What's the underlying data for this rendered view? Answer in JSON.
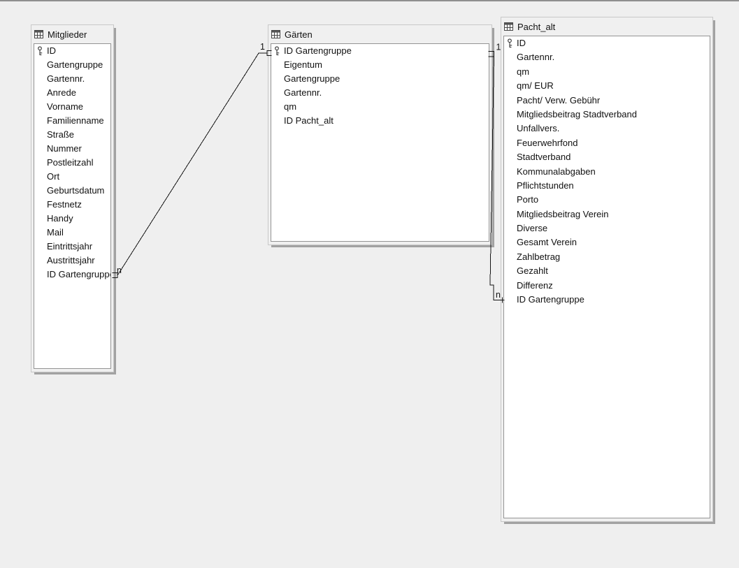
{
  "app": {
    "view_name": "relation-design-canvas"
  },
  "colors": {
    "canvas_background": "#efefef",
    "window_background": "#f0f0f0",
    "list_background": "#ffffff",
    "list_border": "#949494",
    "window_border": "#c8c8c8",
    "shadow": "#a2a2a2",
    "relationship_line": "#141414",
    "text": "#111111"
  },
  "tables": [
    {
      "name": "Mitglieder",
      "fields": [
        {
          "name": "ID",
          "pk": true
        },
        {
          "name": "Gartengruppe"
        },
        {
          "name": "Gartennr."
        },
        {
          "name": "Anrede"
        },
        {
          "name": "Vorname"
        },
        {
          "name": "Familienname"
        },
        {
          "name": "Straße"
        },
        {
          "name": "Nummer"
        },
        {
          "name": "Postleitzahl"
        },
        {
          "name": "Ort"
        },
        {
          "name": "Geburtsdatum"
        },
        {
          "name": "Festnetz"
        },
        {
          "name": "Handy"
        },
        {
          "name": "Mail"
        },
        {
          "name": "Eintrittsjahr"
        },
        {
          "name": "Austrittsjahr"
        },
        {
          "name": "ID Gartengruppe"
        }
      ]
    },
    {
      "name": "Gärten",
      "fields": [
        {
          "name": "ID Gartengruppe",
          "pk": true
        },
        {
          "name": "Eigentum"
        },
        {
          "name": "Gartengruppe"
        },
        {
          "name": "Gartennr."
        },
        {
          "name": "qm"
        },
        {
          "name": "ID Pacht_alt"
        }
      ]
    },
    {
      "name": "Pacht_alt",
      "fields": [
        {
          "name": "ID",
          "pk": true
        },
        {
          "name": "Gartennr."
        },
        {
          "name": "qm"
        },
        {
          "name": "qm/ EUR"
        },
        {
          "name": "Pacht/ Verw. Gebühr"
        },
        {
          "name": "Mitgliedsbeitrag Stadtverband"
        },
        {
          "name": "Unfallvers."
        },
        {
          "name": "Feuerwehrfond"
        },
        {
          "name": "Stadtverband"
        },
        {
          "name": "Kommunalabgaben"
        },
        {
          "name": "Pflichtstunden"
        },
        {
          "name": "Porto"
        },
        {
          "name": "Mitgliedsbeitrag Verein"
        },
        {
          "name": "Diverse"
        },
        {
          "name": "Gesamt Verein"
        },
        {
          "name": "Zahlbetrag"
        },
        {
          "name": "Gezahlt"
        },
        {
          "name": "Differenz"
        },
        {
          "name": "ID Gartengruppe"
        }
      ]
    }
  ],
  "relationships": [
    {
      "one": {
        "table": "Gärten",
        "field": "ID Gartengruppe",
        "cardinality": "1"
      },
      "many": {
        "table": "Mitglieder",
        "field": "ID Gartengruppe",
        "cardinality": "n"
      }
    },
    {
      "one": {
        "table": "Gärten",
        "field": "ID Gartengruppe",
        "cardinality": "1"
      },
      "many": {
        "table": "Pacht_alt",
        "field": "ID Gartengruppe",
        "cardinality": "n"
      }
    }
  ]
}
